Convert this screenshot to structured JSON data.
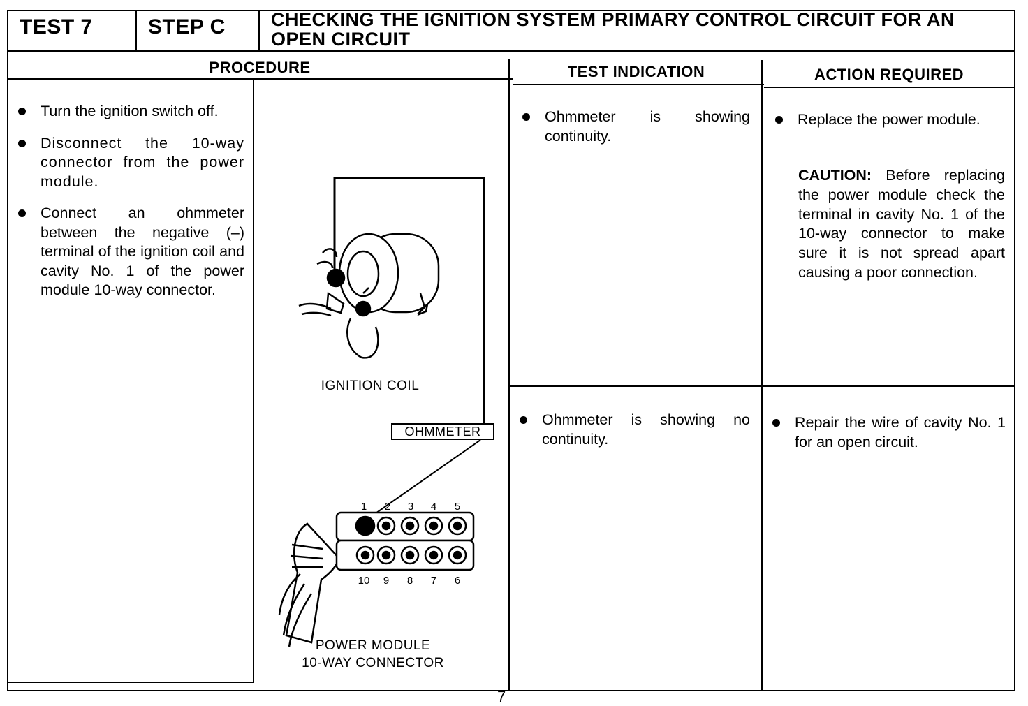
{
  "header": {
    "test": "TEST 7",
    "step": "STEP C",
    "title": "CHECKING THE IGNITION SYSTEM PRIMARY CONTROL CIRCUIT FOR AN OPEN CIRCUIT"
  },
  "columns": {
    "procedure": "PROCEDURE",
    "test_indication": "TEST INDICATION",
    "action_required": "ACTION REQUIRED"
  },
  "procedure_steps": [
    "Turn the ignition switch off.",
    "Disconnect the 10-way connector from the power module.",
    "Connect an ohmmeter between the negative (–) terminal of the ignition coil and cavity No. 1 of the power module 10-way connector."
  ],
  "diagram": {
    "coil_label": "IGNITION COIL",
    "meter_label": "OHMMETER",
    "connector_label_line1": "POWER MODULE",
    "connector_label_line2": "10-WAY CONNECTOR",
    "top_pins": [
      "1",
      "2",
      "3",
      "4",
      "5"
    ],
    "bottom_pins": [
      "10",
      "9",
      "8",
      "7",
      "6"
    ],
    "highlighted_pin": "1"
  },
  "rows": [
    {
      "indication": "Ohmmeter is showing continuity.",
      "action": "Replace the power module.",
      "caution_label": "CAUTION:",
      "caution_text": "Before replacing the power module check the terminal in cavity No. 1 of the 10-way connector to make sure it is not spread apart causing a poor connection."
    },
    {
      "indication": "Ohmmeter is showing no continuity.",
      "action": "Repair the wire of cavity No. 1 for an open circuit."
    }
  ],
  "footer": {
    "page_number": "7"
  }
}
